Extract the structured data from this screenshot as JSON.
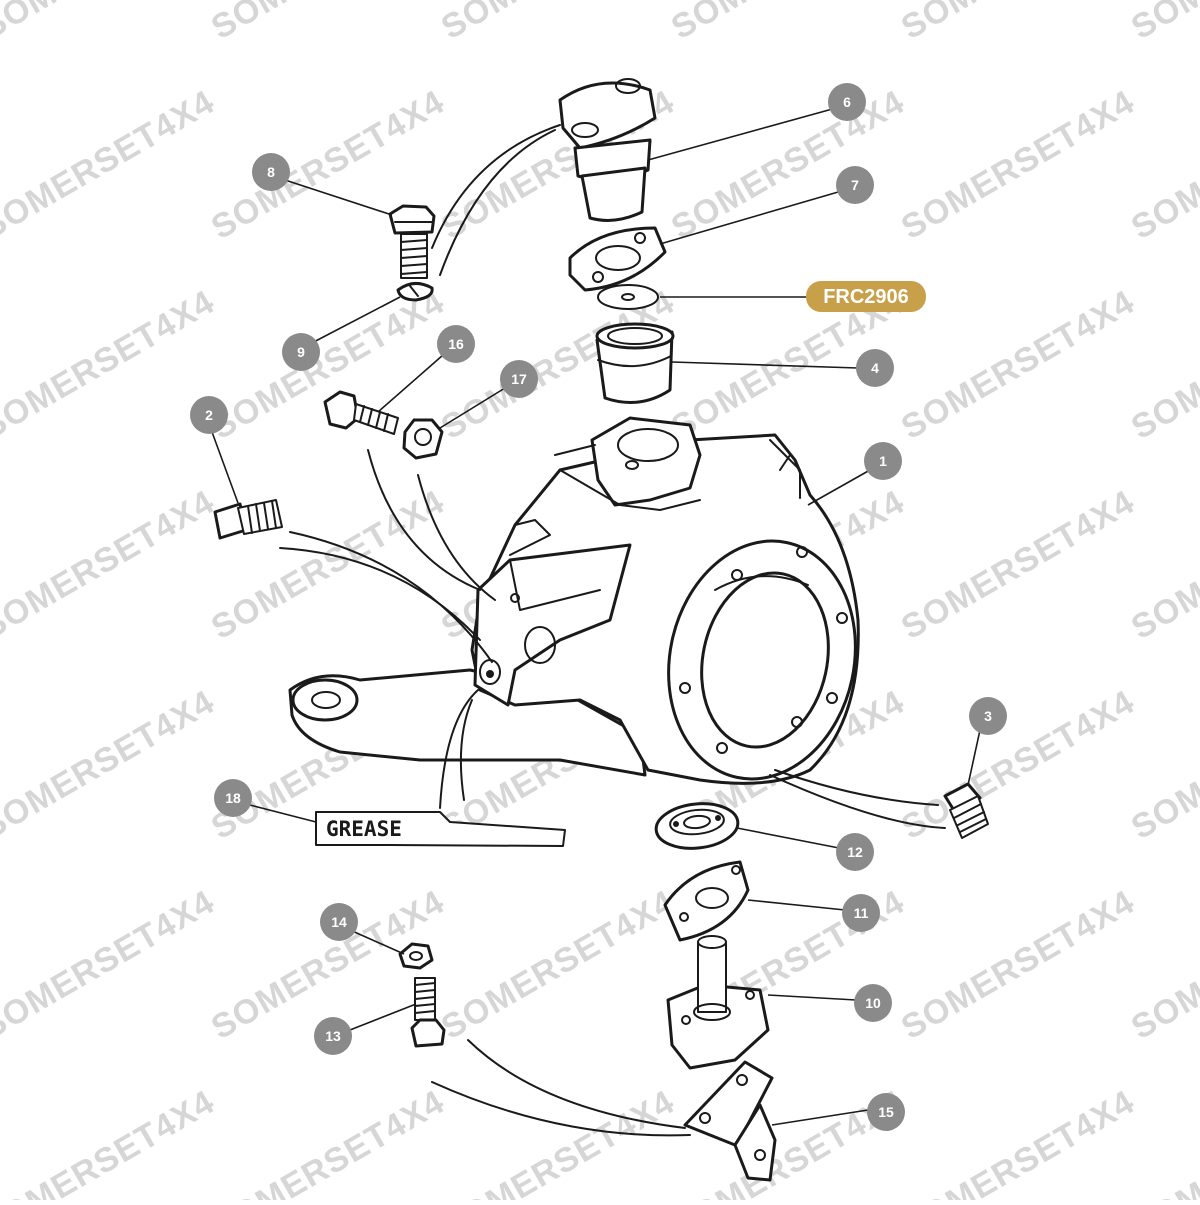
{
  "watermark": "SOMERSET4X4",
  "grease_label": "GREASE",
  "highlight": {
    "label": "FRC2906",
    "color": "#c9a04a"
  },
  "badge_color": "#8a8a8a",
  "callouts": [
    "1",
    "2",
    "3",
    "4",
    "6",
    "7",
    "8",
    "9",
    "10",
    "11",
    "12",
    "13",
    "14",
    "15",
    "16",
    "17",
    "18"
  ]
}
